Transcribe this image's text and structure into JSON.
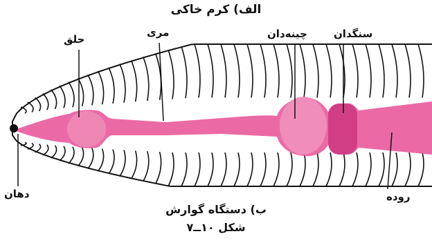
{
  "figure": {
    "title_top": "الف) کرم خاکی",
    "title_bottom": "ب) دستگاه گوارش",
    "caption": "شکل ۱۰ــ۷"
  },
  "labels": {
    "pharynx": "حلق",
    "esophagus": "مری",
    "crop": "چینه‌دان",
    "gizzard": "سنگدان",
    "mouth": "دهان",
    "intestine": "روده"
  },
  "colors": {
    "gut": "#e8559a",
    "gut_light": "#f291bd",
    "gizzard": "#d23e86",
    "outline": "#111111"
  }
}
